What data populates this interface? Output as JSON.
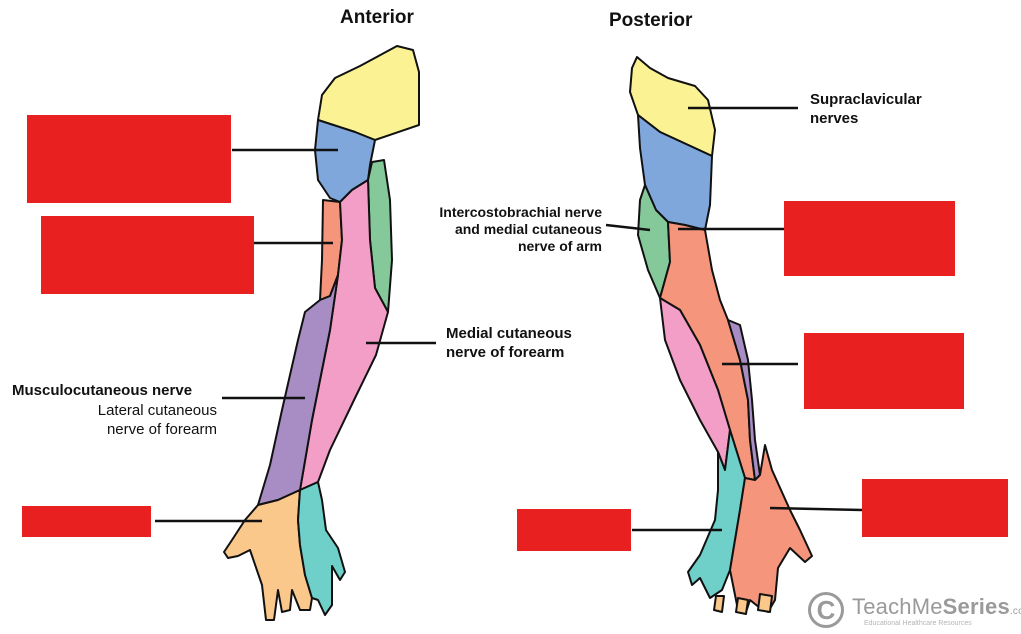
{
  "titles": {
    "anterior": "Anterior",
    "posterior": "Posterior"
  },
  "labels": {
    "supraclavicular": [
      "Supraclavicular",
      "nerves"
    ],
    "intercostobrachial": [
      "Intercostobrachial nerve",
      "and medial cutaneous",
      "nerve of arm"
    ],
    "medial_cutaneous_forearm": [
      "Medial cutaneous",
      "nerve of forearm"
    ],
    "musculocutaneous": "Musculocutaneous nerve",
    "lateral_cutaneous_forearm": [
      "Lateral cutaneous",
      "nerve of forearm"
    ]
  },
  "watermark": {
    "mark": "C",
    "brand_light": "TeachMe",
    "brand_bold": "Series",
    "tld": ".com",
    "tagline": "Educational Healthcare Resources"
  },
  "colors": {
    "supraclavicular": "#fbf393",
    "axillary": "#7fa7dc",
    "radial": "#f5957b",
    "medial_forearm": "#f29ec7",
    "medial_arm": "#85c99a",
    "lateral_forearm": "#a88cc4",
    "median": "#fbc88c",
    "ulnar": "#6fcfc9",
    "hidden_label": "#e8201f"
  }
}
